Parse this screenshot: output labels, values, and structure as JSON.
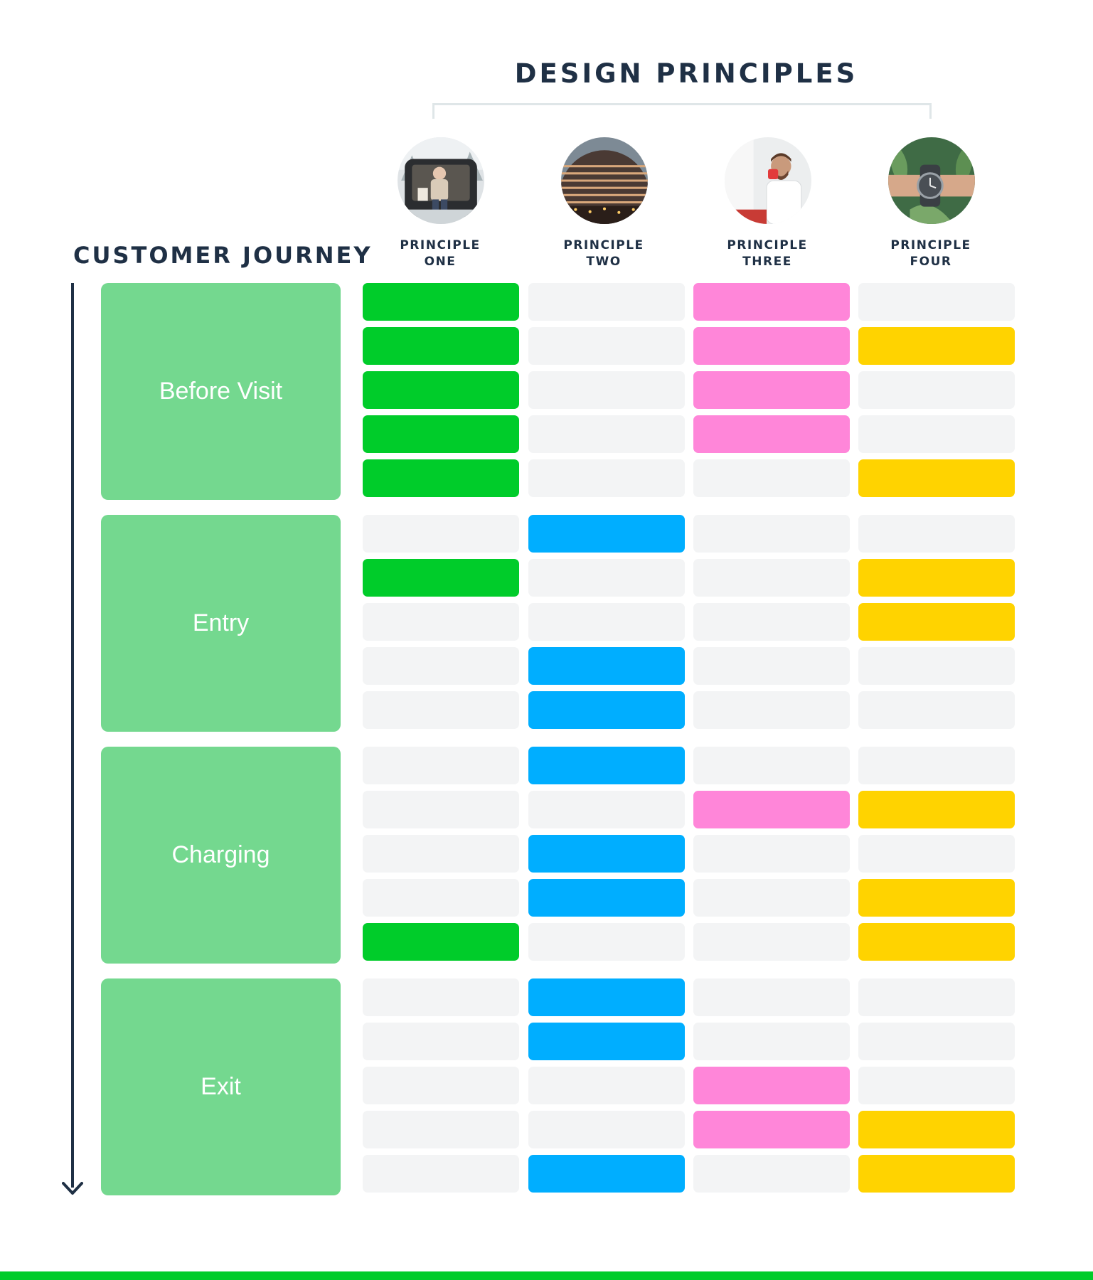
{
  "design_principles": {
    "title": "DESIGN PRINCIPLES",
    "principles": [
      {
        "line1": "PRINCIPLE",
        "line2": "ONE",
        "image": "woman-in-car-trunk-photo",
        "color": "#00cc2a"
      },
      {
        "line1": "PRINCIPLE",
        "line2": "TWO",
        "image": "glass-dome-building-photo",
        "color": "#00aeff"
      },
      {
        "line1": "PRINCIPLE",
        "line2": "THREE",
        "image": "man-drinking-coffee-photo",
        "color": "#ff86d9"
      },
      {
        "line1": "PRINCIPLE",
        "line2": "FOUR",
        "image": "wristwatch-on-leaves-photo",
        "color": "#ffd300"
      }
    ]
  },
  "customer_journey": {
    "title": "CUSTOMER JOURNEY",
    "stage_color": "#74d88f",
    "empty_color": "#f3f4f5",
    "stages": [
      {
        "label": "Before Visit",
        "matrix": [
          [
            1,
            0,
            1,
            0
          ],
          [
            1,
            0,
            1,
            1
          ],
          [
            1,
            0,
            1,
            0
          ],
          [
            1,
            0,
            1,
            0
          ],
          [
            1,
            0,
            0,
            1
          ]
        ]
      },
      {
        "label": "Entry",
        "matrix": [
          [
            0,
            1,
            0,
            0
          ],
          [
            1,
            0,
            0,
            1
          ],
          [
            0,
            0,
            0,
            1
          ],
          [
            0,
            1,
            0,
            0
          ],
          [
            0,
            1,
            0,
            0
          ]
        ]
      },
      {
        "label": "Charging",
        "matrix": [
          [
            0,
            1,
            0,
            0
          ],
          [
            0,
            0,
            1,
            1
          ],
          [
            0,
            1,
            0,
            0
          ],
          [
            0,
            1,
            0,
            1
          ],
          [
            1,
            0,
            0,
            1
          ]
        ]
      },
      {
        "label": "Exit",
        "matrix": [
          [
            0,
            1,
            0,
            0
          ],
          [
            0,
            1,
            0,
            0
          ],
          [
            0,
            0,
            1,
            0
          ],
          [
            0,
            0,
            1,
            1
          ],
          [
            0,
            1,
            0,
            1
          ]
        ]
      }
    ]
  }
}
